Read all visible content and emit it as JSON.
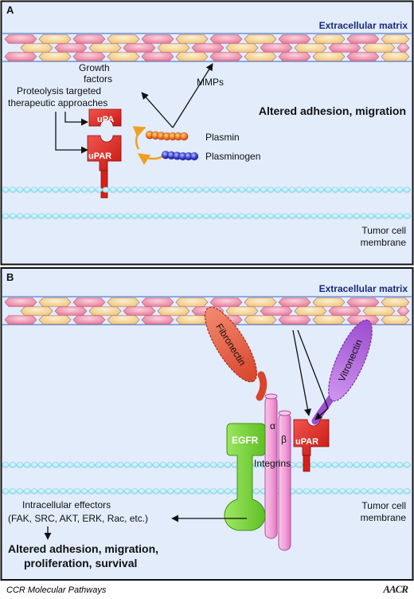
{
  "panel_a": {
    "letter": "A",
    "extracellular_matrix": "Extracellular matrix",
    "growth_factors_line1": "Growth",
    "growth_factors_line2": "factors",
    "mmps": "MMPs",
    "proteolysis_line1": "Proteolysis targeted",
    "proteolysis_line2": "therapeutic approaches",
    "altered_adhesion": "Altered adhesion, migration",
    "upa": "uPA",
    "upar": "uPAR",
    "plasmin": "Plasmin",
    "plasminogen": "Plasminogen",
    "tumor_line1": "Tumor cell",
    "tumor_line2": "membrane"
  },
  "panel_b": {
    "letter": "B",
    "extracellular_matrix": "Extracellular matrix",
    "fibronectin": "Fibronectin",
    "vitronectin": "Vitronectin",
    "egfr": "EGFR",
    "alpha": "α",
    "beta": "β",
    "upar": "uPAR",
    "integrins": "Integrins",
    "effectors_line1": "Intracellular effectors",
    "effectors_line2": "(FAK, SRC, AKT, ERK, Rac, etc.)",
    "altered_line1": "Altered adhesion, migration,",
    "altered_line2": "proliferation, survival",
    "tumor_line1": "Tumor cell",
    "tumor_line2": "membrane"
  },
  "footer": {
    "source": "CCR Molecular Pathways",
    "logo": "AACR"
  },
  "colors": {
    "panel_bg": "#e2ecfb",
    "matrix_pink": "#ee8aa6",
    "matrix_yellow": "#f3d596",
    "membrane": "#b4ecf7",
    "upar_red": "#e1231d",
    "plasmin": "#f07a1a",
    "plasminogen": "#3c3fd8",
    "fibronectin": "#e2553c",
    "vitronectin": "#b764dc",
    "egfr": "#79d437",
    "integrin": "#f29ad6"
  }
}
